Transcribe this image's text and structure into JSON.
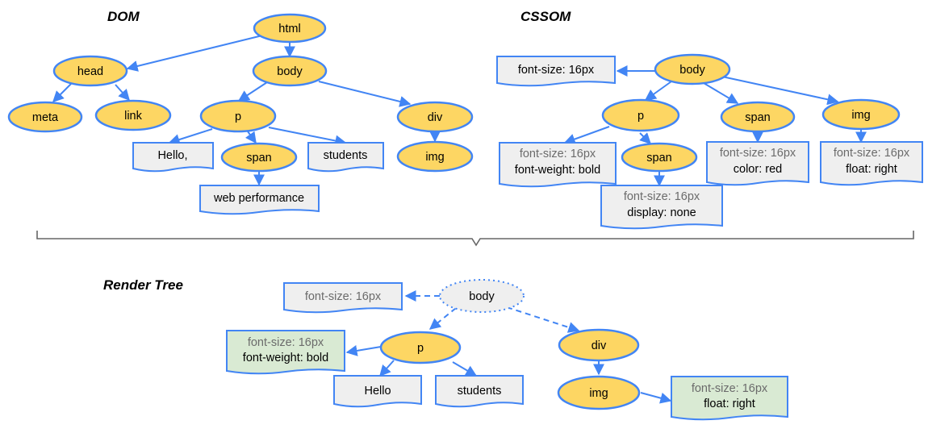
{
  "sections": {
    "dom_title": "DOM",
    "cssom_title": "CSSOM",
    "render_title": "Render Tree"
  },
  "dom": {
    "html": "html",
    "head": "head",
    "body": "body",
    "meta": "meta",
    "link": "link",
    "p": "p",
    "div": "div",
    "span": "span",
    "img": "img",
    "text_hello": "Hello,",
    "text_students": "students",
    "text_web_performance": "web performance"
  },
  "cssom": {
    "body": "body",
    "p": "p",
    "span_top": "span",
    "img": "img",
    "span_child": "span",
    "body_style": "font-size: 16px",
    "p_style_inherited": "font-size: 16px",
    "p_style_own": "font-weight: bold",
    "span_style_inherited": "font-size: 16px",
    "span_style_own": "color: red",
    "img_style_inherited": "font-size: 16px",
    "img_style_own": "float: right",
    "span_child_style_inherited": "font-size: 16px",
    "span_child_style_own": "display: none"
  },
  "render_tree": {
    "body": "body",
    "p": "p",
    "div": "div",
    "img": "img",
    "text_hello": "Hello",
    "text_students": "students",
    "body_style": "font-size: 16px",
    "p_style_inherited": "font-size: 16px",
    "p_style_own": "font-weight: bold",
    "img_style_inherited": "font-size: 16px",
    "img_style_own": "float: right"
  },
  "colors": {
    "node_fill": "#fdd663",
    "node_stroke": "#4285f4",
    "edge": "#4285f4",
    "doc_fill": "#efefef",
    "doc_fill_render": "#d9ead3",
    "ghost_fill": "#efefef",
    "brace": "#666666"
  }
}
